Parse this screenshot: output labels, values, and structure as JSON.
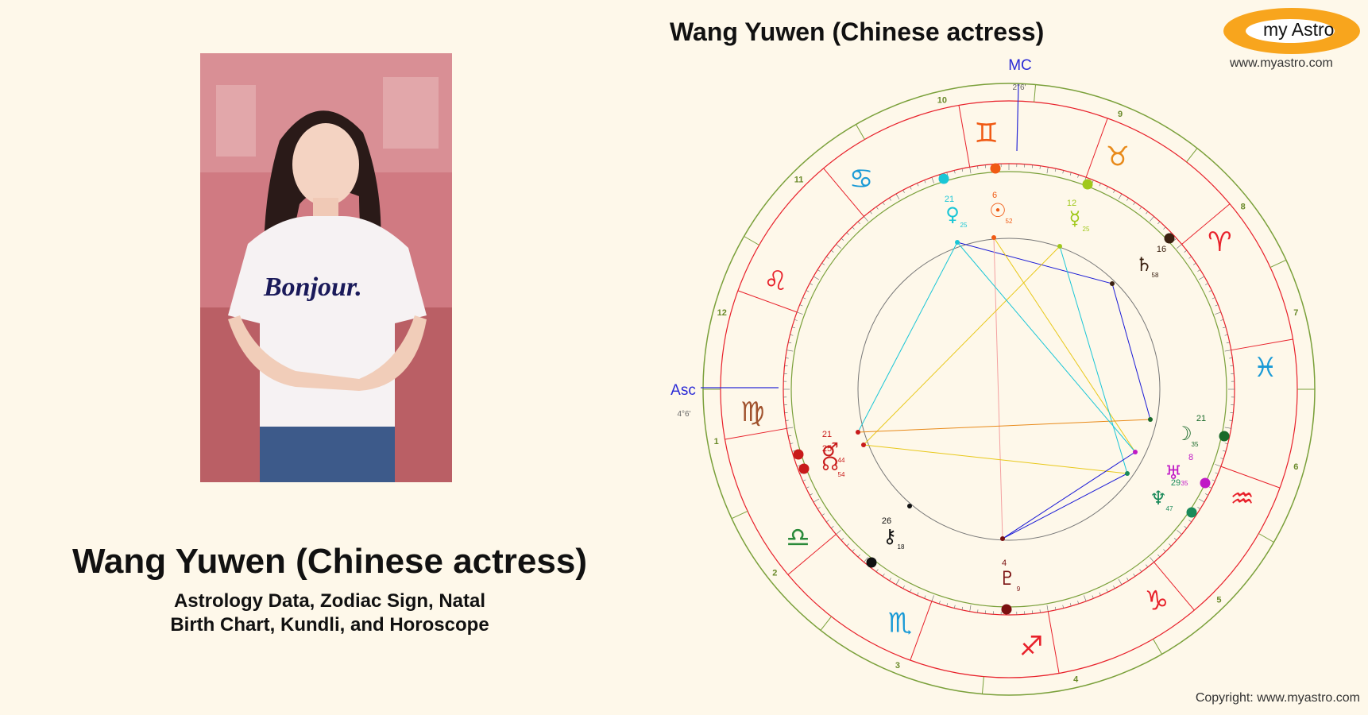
{
  "page": {
    "title": "Wang Yuwen (Chinese actress)",
    "subtitle_line1": "Astrology Data, Zodiac Sign, Natal",
    "subtitle_line2": "Birth Chart, Kundli, and Horoscope"
  },
  "chart": {
    "title": "Wang Yuwen (Chinese actress)",
    "logo_text": "my Astro",
    "logo_url": "www.myastro.com",
    "copyright": "Copyright: www.myastro.com",
    "mc_label": "MC",
    "mc_degree": "2°6'",
    "asc_label": "Asc",
    "asc_degree": "4°6'",
    "house_numbers": [
      "1",
      "2",
      "3",
      "4",
      "5",
      "6",
      "7",
      "8",
      "9",
      "10",
      "11",
      "12"
    ],
    "signs": [
      {
        "glyph": "♈",
        "name": "aries",
        "color": "#e8202a"
      },
      {
        "glyph": "♉",
        "name": "taurus",
        "color": "#e88a1a"
      },
      {
        "glyph": "♊",
        "name": "gemini",
        "color": "#f05a14"
      },
      {
        "glyph": "♋",
        "name": "cancer",
        "color": "#1a9ad6"
      },
      {
        "glyph": "♌",
        "name": "leo",
        "color": "#e8202a"
      },
      {
        "glyph": "♍",
        "name": "virgo",
        "color": "#a0522d"
      },
      {
        "glyph": "♎",
        "name": "libra",
        "color": "#2a8a3a"
      },
      {
        "glyph": "♏",
        "name": "scorpio",
        "color": "#1a9ad6"
      },
      {
        "glyph": "♐",
        "name": "sagittarius",
        "color": "#e8202a"
      },
      {
        "glyph": "♑",
        "name": "capricorn",
        "color": "#e8202a"
      },
      {
        "glyph": "♒",
        "name": "aquarius",
        "color": "#e8202a"
      },
      {
        "glyph": "♓",
        "name": "pisces",
        "color": "#1a9ad6"
      }
    ],
    "planets": [
      {
        "name": "venus",
        "glyph": "♀",
        "deg": "21",
        "min": "25",
        "color": "#1ac6d6"
      },
      {
        "name": "sun",
        "glyph": "☉",
        "deg": "6",
        "min": "52",
        "color": "#f05a14"
      },
      {
        "name": "mercury",
        "glyph": "☿",
        "deg": "12",
        "min": "25",
        "color": "#a0c81a"
      },
      {
        "name": "saturn",
        "glyph": "♄",
        "deg": "16",
        "min": "58",
        "color": "#3a2010"
      },
      {
        "name": "moon",
        "glyph": "☽",
        "deg": "21",
        "min": "35",
        "color": "#1a6a2a"
      },
      {
        "name": "uranus",
        "glyph": "♅",
        "deg": "8",
        "min": "35",
        "color": "#c01ac6"
      },
      {
        "name": "neptune",
        "glyph": "♆",
        "deg": "29",
        "min": "47",
        "color": "#1a8a5a"
      },
      {
        "name": "pluto",
        "glyph": "♇",
        "deg": "4",
        "min": "9",
        "color": "#7a1010"
      },
      {
        "name": "chiron",
        "glyph": "⚷",
        "deg": "26",
        "min": "18",
        "color": "#111111"
      },
      {
        "name": "mars",
        "glyph": "♂",
        "deg": "21",
        "min": "44",
        "color": "#c81a1a"
      },
      {
        "name": "node",
        "glyph": "☊",
        "deg": "25",
        "min": "54",
        "color": "#c81a1a"
      }
    ]
  }
}
